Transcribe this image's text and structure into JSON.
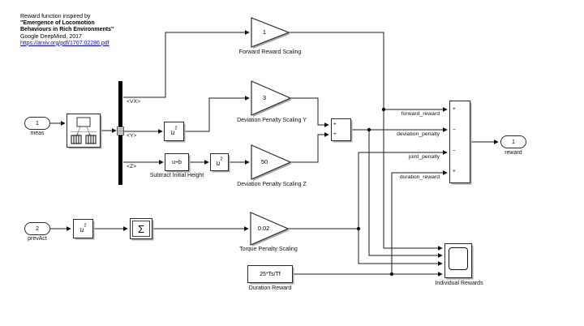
{
  "annotation": {
    "lines": [
      "Reward function inspired by",
      "\"Emergence of Locomotion",
      "Behaviours in Rich Environments\"",
      "Google DeepMind, 2017"
    ],
    "link": "https://arxiv.org/pdf/1707.02286.pdf"
  },
  "ports": {
    "meas": {
      "num": "1",
      "label": "meas"
    },
    "prevAct": {
      "num": "2",
      "label": "prevAct"
    },
    "reward": {
      "num": "1",
      "label": "reward"
    }
  },
  "signals": {
    "vx": "<VX>",
    "y": "<Y>",
    "z": "<Z>",
    "forward": "forward_reward",
    "deviation": "deviation_penalty",
    "joint": "joint_penalty",
    "duration": "duration_reward"
  },
  "gains": {
    "forward": {
      "value": "1",
      "label": "Forward Reward Scaling"
    },
    "devY": {
      "value": "3",
      "label": "Deviation Penalty Scaling Y"
    },
    "devZ": {
      "value": "50",
      "label": "Deviation Penalty Scaling Z"
    },
    "torque": {
      "value": "0.02",
      "label": "Torque Penalty Scaling"
    }
  },
  "blocks": {
    "square": {
      "base": "u",
      "exp": "2"
    },
    "subtract": {
      "text": "u+b",
      "label": "Subtract Initial Height"
    },
    "sum_elements": {
      "icon": "Σ"
    },
    "duration": {
      "text": "25*Ts/Tf",
      "label": "Duration Reward"
    },
    "scope": {
      "label": "Individual Rewards"
    },
    "add": {
      "signs": [
        "+",
        "+"
      ]
    },
    "sum": {
      "signs": [
        "+",
        "−",
        "−",
        "+"
      ]
    }
  },
  "colors": {
    "wire": "#1c1c1c",
    "link": "#0b0bd0",
    "bus_bar": "#000000"
  }
}
